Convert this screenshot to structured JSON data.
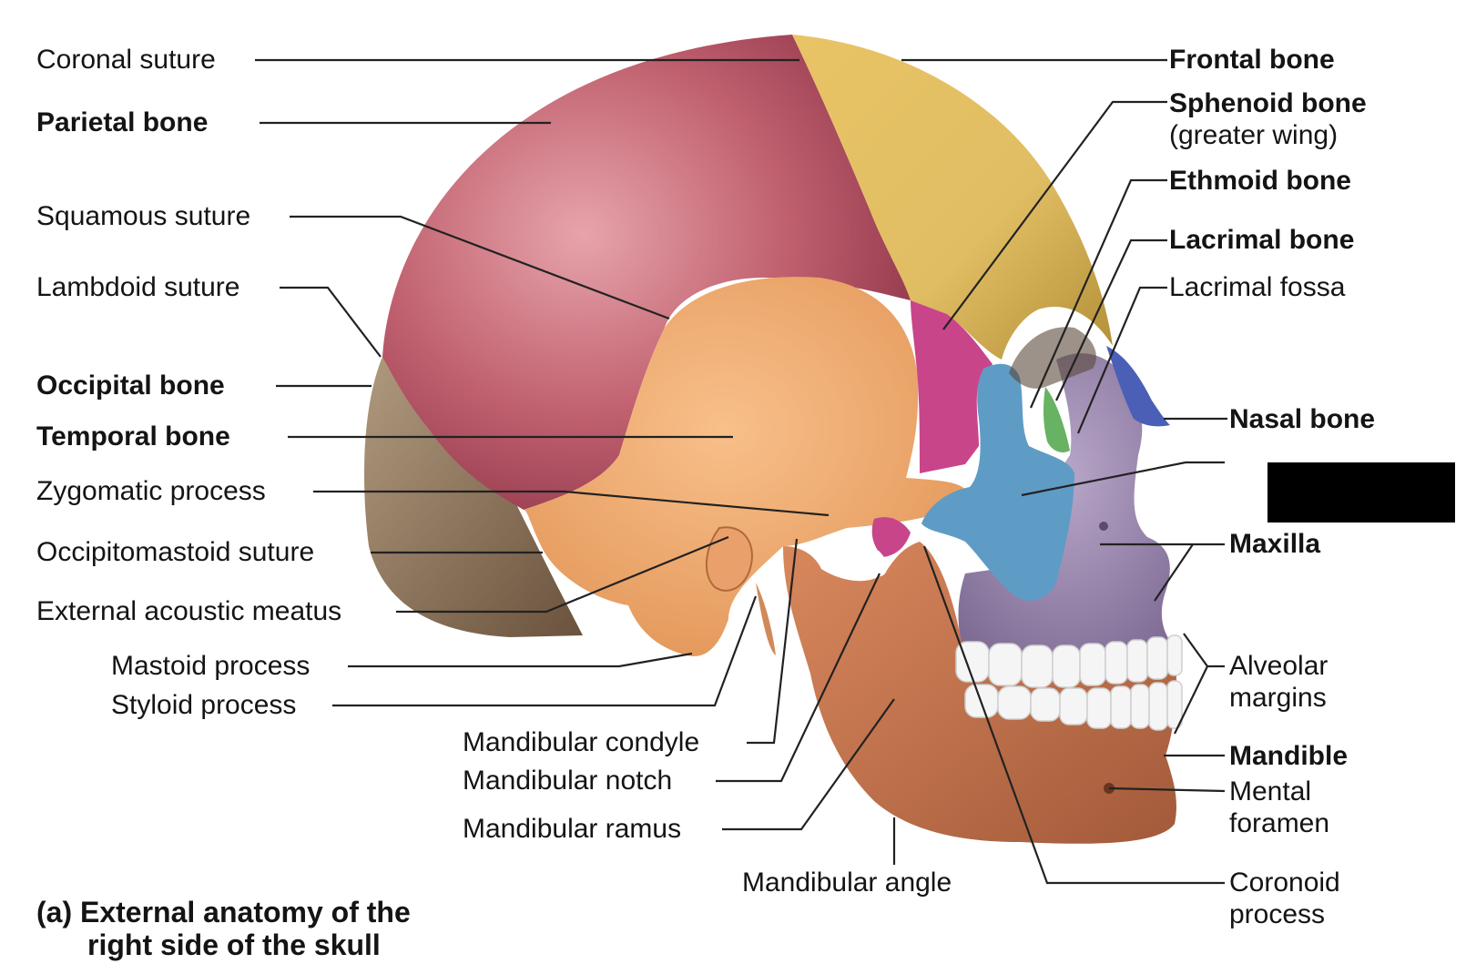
{
  "labels": {
    "coronal_suture": "Coronal suture",
    "parietal_bone": "Parietal bone",
    "squamous_suture": "Squamous suture",
    "lambdoid_suture": "Lambdoid suture",
    "occipital_bone": "Occipital bone",
    "temporal_bone": "Temporal bone",
    "zygomatic_process": "Zygomatic process",
    "occipitomastoid_suture": "Occipitomastoid suture",
    "external_acoustic_meatus": "External acoustic meatus",
    "mastoid_process": "Mastoid process",
    "styloid_process": "Styloid process",
    "mandibular_condyle": "Mandibular condyle",
    "mandibular_notch": "Mandibular notch",
    "mandibular_ramus": "Mandibular ramus",
    "mandibular_angle": "Mandibular angle",
    "frontal_bone": "Frontal bone",
    "sphenoid_bone": "Sphenoid bone",
    "sphenoid_bone_sub": "(greater wing)",
    "ethmoid_bone": "Ethmoid bone",
    "lacrimal_bone": "Lacrimal bone",
    "lacrimal_fossa": "Lacrimal fossa",
    "nasal_bone": "Nasal bone",
    "maxilla": "Maxilla",
    "alveolar_margins_1": "Alveolar",
    "alveolar_margins_2": "margins",
    "mandible": "Mandible",
    "mental_foramen_1": "Mental",
    "mental_foramen_2": "foramen",
    "coronoid_process_1": "Coronoid",
    "coronoid_process_2": "process"
  },
  "caption": {
    "line1": "(a) External anatomy of the",
    "line2": "right side of the skull"
  },
  "colors": {
    "parietal": "#b5566b",
    "frontal": "#dcb659",
    "temporal": "#eeaa72",
    "occipital": "#9c8368",
    "sphenoid": "#c8458a",
    "zygomatic": "#5e9cc6",
    "maxilla": "#9c88b0",
    "mandible": "#c8714d",
    "nasal": "#4c5fb6",
    "ethmoid": "#67b263",
    "teeth": "#f4f4f4",
    "leader_line": "#222222",
    "redaction": "#000000"
  }
}
